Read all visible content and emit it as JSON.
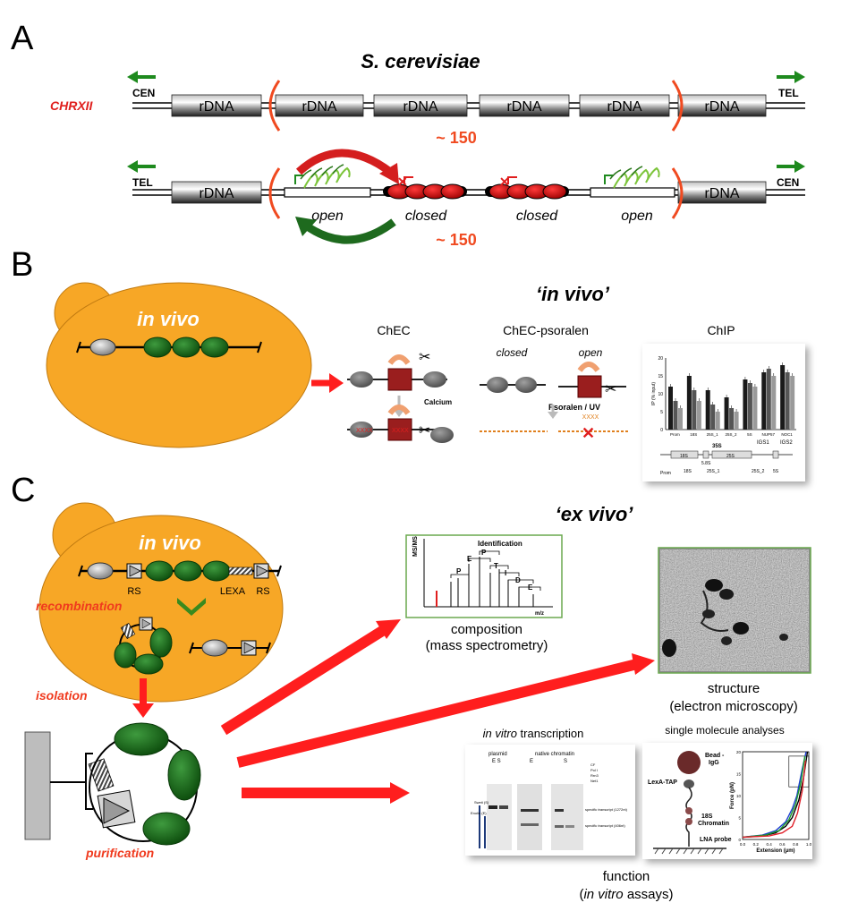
{
  "panel_a": {
    "label": "A",
    "title": "S. cerevisiae",
    "chromosome": "CHRXII",
    "top_left_end": "CEN",
    "top_right_end": "TEL",
    "bottom_left_end": "TEL",
    "bottom_right_end": "CEN",
    "unit": "rDNA",
    "copy_count": "~ 150",
    "open_label": "open",
    "closed_label": "closed"
  },
  "panel_b": {
    "label": "B",
    "cell_label": "in vivo",
    "section_title": "‘in vivo’",
    "chec": "ChEC",
    "chec_psoralen": "ChEC-psoralen",
    "chip": "ChIP",
    "closed": "closed",
    "open": "open",
    "calcium": "Calcium",
    "psoralen_uv": "Psoralen / UV",
    "xxxx": "XXXX",
    "chip_ylabel": "IP (% input)",
    "chip_categories": [
      "Prom",
      "18S",
      "25S_1",
      "25S_2",
      "5S",
      "NUP57",
      "NOC1"
    ],
    "chip_map": {
      "s35": "35S",
      "igs1": "IGS1",
      "igs2": "IGS2",
      "s18": "18S",
      "s58": "5.8S",
      "s25": "25S",
      "prom": "Prom",
      "p18": "18S",
      "p25_1": "25S_1",
      "p25_2": "25S_2",
      "p5": "5S"
    }
  },
  "panel_c": {
    "label": "C",
    "cell_label": "in vivo",
    "section_title": "‘ex vivo’",
    "rs": "RS",
    "lexa": "LEXA",
    "recombination": "recombination",
    "isolation": "isolation",
    "purification": "purification",
    "ms_ylabel": "MS/MS",
    "ms_title": "Identification",
    "ms_xlabel": "m/z",
    "ms_letters": [
      "P",
      "E",
      "P",
      "T",
      "I",
      "D",
      "E"
    ],
    "composition_1": "composition",
    "composition_2": "(mass spectrometry)",
    "structure_1": "structure",
    "structure_2": "(electron microscopy)",
    "transcription_italic": "in vitro",
    "transcription_rest": " transcription",
    "single_molecule": "single molecule analyses",
    "gel": {
      "plasmid": "plasmid",
      "native": "native chromatin",
      "es": "E  S",
      "e": "E",
      "s": "S",
      "row_labels": [
        "CF",
        "Pol I",
        "Rrn3",
        "Net1"
      ],
      "specific_1": "specific transcript (1272nt)",
      "specific_2": "specific transcript (406nt)",
      "left_1": "Sweti (S)",
      "left_2": "Enolin (E)"
    },
    "sm": {
      "bead": "Bead -",
      "igg": "IgG",
      "lexa_tap": "LexA-TAP",
      "chromatin_1": "18S",
      "chromatin_2": "Chromatin",
      "lna": "LNA probe"
    },
    "force_ylabel": "Force (pN)",
    "force_xlabel": "Extension (µm)",
    "function_1": "function",
    "function_2_italic": "in vitro",
    "function_2_rest": " assays)",
    "paren_open": "("
  },
  "chart_data": [
    {
      "type": "bar",
      "title": "",
      "ylabel": "IP (% input)",
      "ylim": [
        0,
        20
      ],
      "categories": [
        "Prom",
        "18S",
        "25S_1",
        "25S_2",
        "5S",
        "NUP57",
        "NOC1"
      ],
      "series": [
        {
          "values": [
            12,
            15,
            11,
            9,
            14,
            16,
            18
          ]
        },
        {
          "values": [
            8,
            11,
            7,
            6,
            13,
            17,
            16
          ]
        },
        {
          "values": [
            6,
            8,
            5,
            5,
            12,
            15,
            15
          ]
        }
      ],
      "xlabel": ""
    },
    {
      "type": "line",
      "title": "",
      "xlabel": "Extension (µm)",
      "ylabel": "Force (pN)",
      "xlim": [
        0.0,
        1.0
      ],
      "ylim": [
        0,
        20
      ],
      "x_ticks": [
        "0.0",
        "0.2",
        "0.4",
        "0.6",
        "0.8",
        "1.0"
      ],
      "y_ticks": [
        "0",
        "5",
        "10",
        "15",
        "20"
      ],
      "series": [
        {
          "color": "#000000",
          "x": [
            0.0,
            0.3,
            0.5,
            0.65,
            0.75,
            0.85,
            0.92,
            0.98
          ],
          "y": [
            0.5,
            0.8,
            1.5,
            3,
            5,
            9,
            14,
            20
          ]
        },
        {
          "color": "#1f3fd0",
          "x": [
            0.0,
            0.3,
            0.5,
            0.65,
            0.75,
            0.82,
            0.9,
            0.96
          ],
          "y": [
            0.5,
            1,
            2,
            4,
            7,
            10,
            16,
            21
          ]
        },
        {
          "color": "#1a9a2a",
          "x": [
            0.0,
            0.35,
            0.55,
            0.7,
            0.8,
            0.88,
            0.94
          ],
          "y": [
            0.5,
            1,
            2,
            4.5,
            8,
            13,
            19
          ]
        },
        {
          "color": "#e0202a",
          "x": [
            0.0,
            0.4,
            0.6,
            0.75,
            0.83,
            0.9,
            0.95
          ],
          "y": [
            0.5,
            0.8,
            1.5,
            3,
            6,
            11,
            18
          ]
        }
      ]
    }
  ]
}
